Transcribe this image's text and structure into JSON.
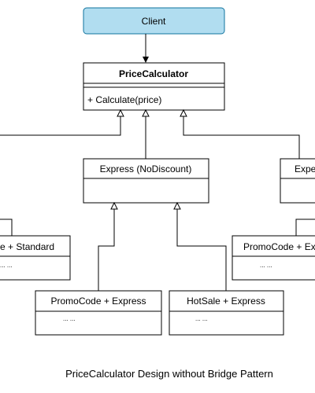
{
  "client": {
    "label": "Client",
    "fill": "#b1ddf0",
    "stroke": "#10739e"
  },
  "price_calculator": {
    "name": "PriceCalculator",
    "method": "+ Calculate(price)"
  },
  "express_no_discount": {
    "name": "Express (NoDiscount)"
  },
  "express_right_partial": {
    "name": "Expe"
  },
  "left_standard": {
    "name": "e + Standard",
    "body_marks": "...  ..."
  },
  "right_promo_partial": {
    "name": "PromoCode + Ex",
    "body_marks": "...  ..."
  },
  "promo_express": {
    "name": "PromoCode + Express",
    "body_marks": "...  ..."
  },
  "hotsale_express": {
    "name": "HotSale + Express",
    "body_marks": "...  ..."
  },
  "caption": "PriceCalculator Design without Bridge Pattern"
}
